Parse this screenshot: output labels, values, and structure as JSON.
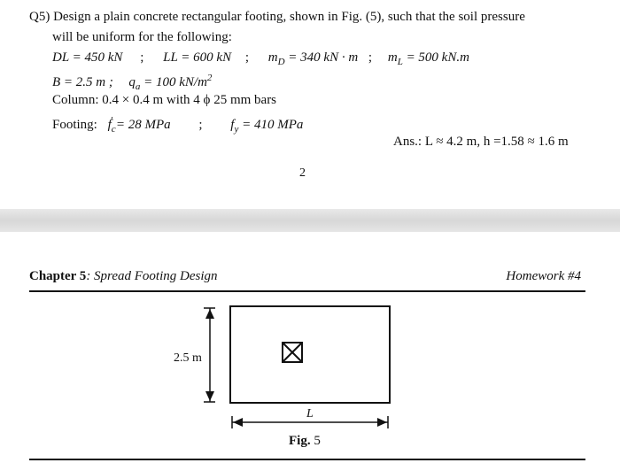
{
  "question": {
    "intro_1": "Q5) Design a plain concrete rectangular footing, shown in Fig. (5), such that the soil pressure",
    "intro_2": "will be uniform for the following:",
    "loads": {
      "dl": "DL = 450 kN",
      "ll": "LL = 600 kN",
      "md": "m",
      "md_sub": "D",
      "md_val": " = 340 kN · m",
      "ml": "m",
      "ml_sub": "L",
      "ml_val": " = 500 kN.m",
      "sep": ";"
    },
    "soil": {
      "b": "B = 2.5 m ;",
      "qa": "q",
      "qa_sub": "a",
      "qa_val": " = 100 kN/m",
      "qa_exp": "2"
    },
    "column": "Column:  0.4 × 0.4 m with 4 ϕ 25 mm bars",
    "footing": {
      "label": "Footing:",
      "fc": "f",
      "fc_sub": "c",
      "fc_prime": "′",
      "fc_val": " = 28 MPa",
      "sep": ";",
      "fy": "f",
      "fy_sub": "y",
      "fy_val": " = 410 MPa"
    },
    "answer": "Ans.: L ≈ 4.2 m, h =1.58 ≈ 1.6 m"
  },
  "page_number": "2",
  "header": {
    "chapter_label": "Chapter 5",
    "chapter_title": ": Spread Footing Design",
    "homework": "Homework #4"
  },
  "figure": {
    "width_label": "2.5 m",
    "length_label": "L",
    "caption_label": "Fig.",
    "caption_num": "5"
  }
}
